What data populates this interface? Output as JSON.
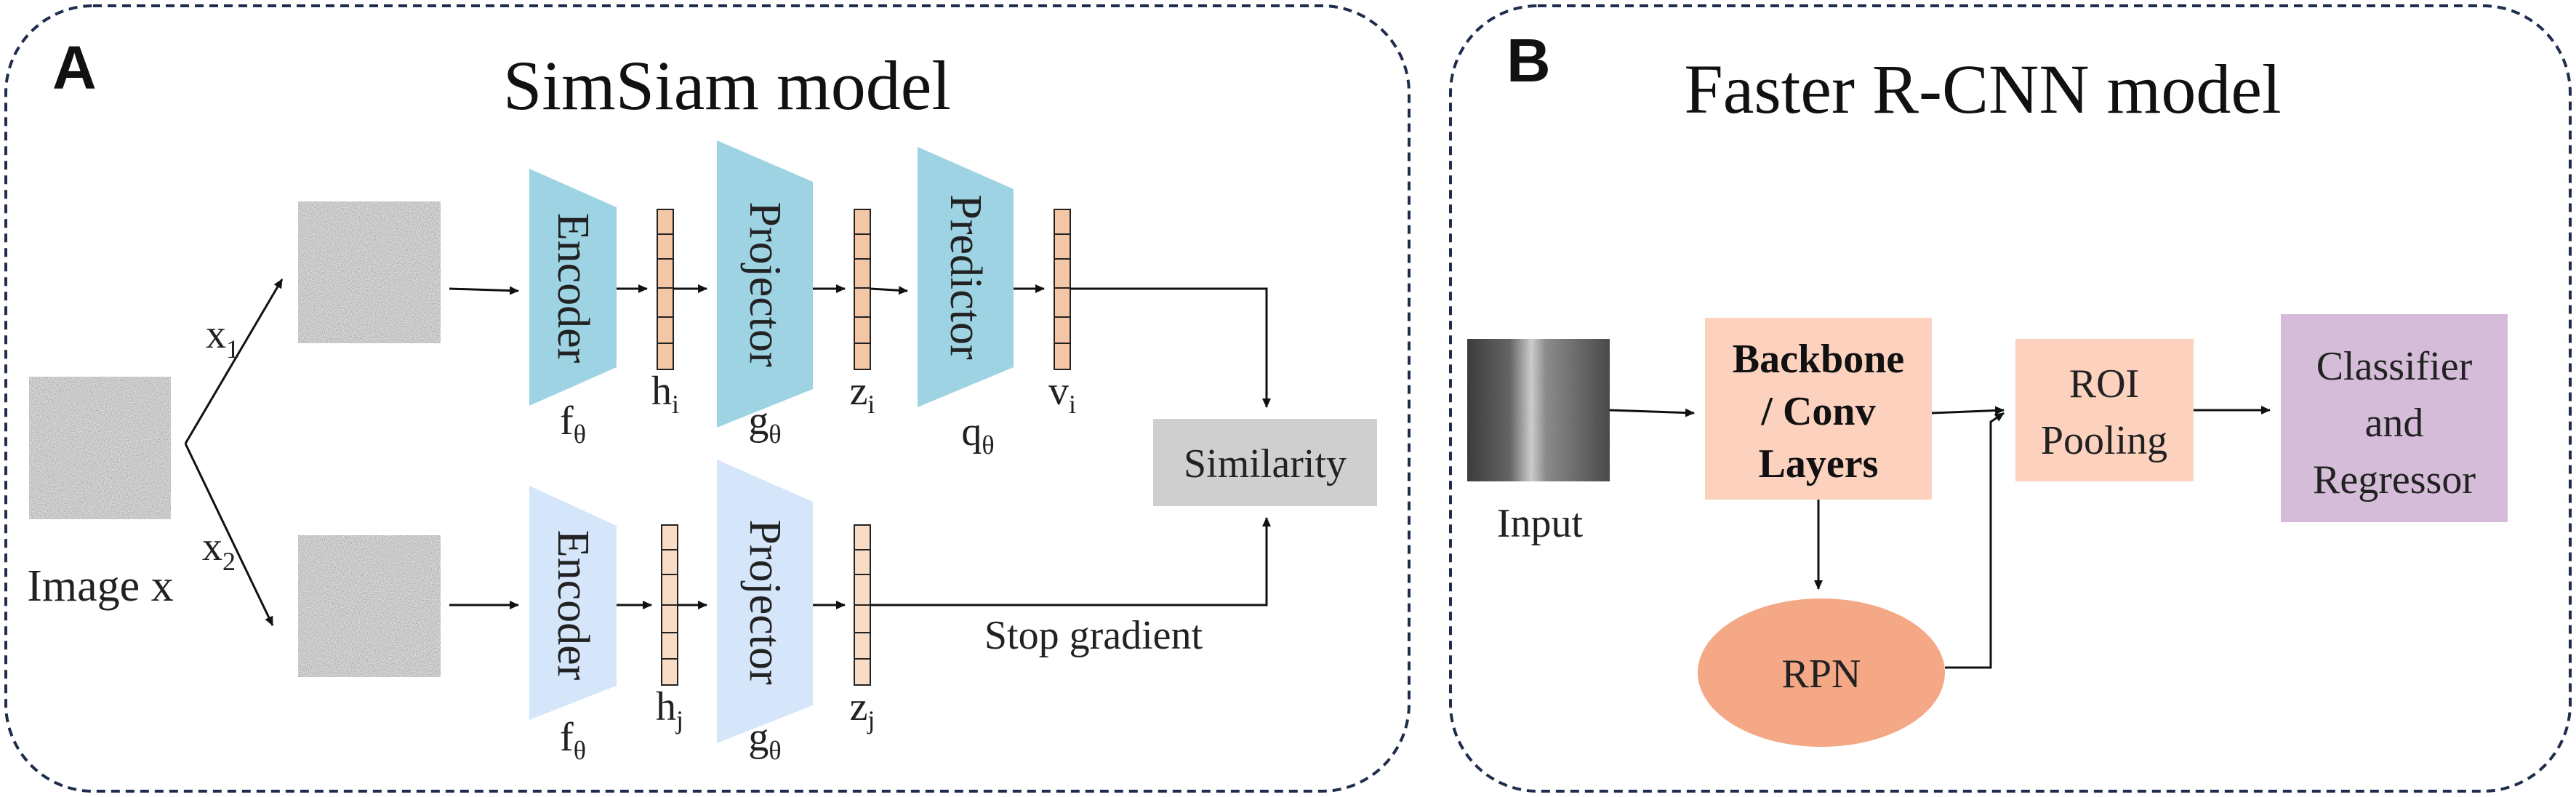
{
  "panel_a": {
    "letter": "A",
    "title": "SimSiam model",
    "input_label": "Image x",
    "branch_top_label": "x",
    "branch_top_sub": "1",
    "branch_bottom_label": "x",
    "branch_bottom_sub": "2",
    "top": {
      "encoder": "Encoder",
      "encoder_param": "f",
      "encoder_param_sub": "θ",
      "h": "h",
      "h_sub": "i",
      "projector": "Projector",
      "projector_param": "g",
      "projector_param_sub": "θ",
      "z": "z",
      "z_sub": "i",
      "predictor": "Predictor",
      "predictor_param": "q",
      "predictor_param_sub": "θ",
      "v": "v",
      "v_sub": "i"
    },
    "bottom": {
      "encoder": "Encoder",
      "encoder_param": "f",
      "encoder_param_sub": "θ",
      "h": "h",
      "h_sub": "j",
      "projector": "Projector",
      "projector_param": "g",
      "projector_param_sub": "θ",
      "z": "z",
      "z_sub": "j"
    },
    "similarity": "Similarity",
    "stop_gradient": "Stop gradient"
  },
  "panel_b": {
    "letter": "B",
    "title": "Faster R-CNN model",
    "input_label": "Input",
    "backbone_line1": "Backbone",
    "backbone_line2": "/ Conv",
    "backbone_line3": "Layers",
    "roi_line1": "ROI",
    "roi_line2": "Pooling",
    "classifier_line1": "Classifier",
    "classifier_line2": "and",
    "classifier_line3": "Regressor",
    "rpn": "RPN"
  },
  "colors": {
    "panel_border": "#1f2d4d",
    "encoder_top": "#9dd3e3",
    "encoder_bottom": "#d6e6fa",
    "vector_fill": "#f3c6a5",
    "vector_fill_light": "#f8dcc6",
    "similarity_fill": "#cfcfcf",
    "backbone_fill": "#fcd2bf",
    "roi_fill": "#fcd2bf",
    "classifier_fill": "#d5bdd9",
    "rpn_fill": "#f4a886"
  }
}
